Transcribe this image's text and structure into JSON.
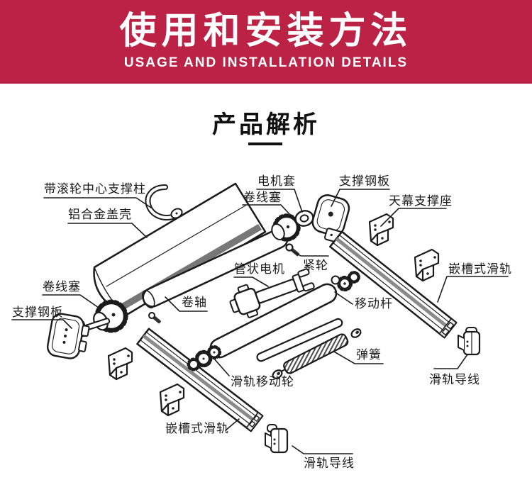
{
  "banner": {
    "title": "使用和安装方法",
    "subtitle": "USAGE AND INSTALLATION DETAILS",
    "bg_color": "#BB2245",
    "text_color": "#FFFFFF"
  },
  "section": {
    "title": "产品解析"
  },
  "diagram": {
    "line_color": "#1B1B1B",
    "labels": [
      {
        "part": "roller-center-support-column",
        "text": "带滚轮中心支撑柱"
      },
      {
        "part": "aluminum-cover-shell",
        "text": "铝合金盖壳"
      },
      {
        "part": "motor-sleeve",
        "text": "电机套"
      },
      {
        "part": "winding-plug-top",
        "text": "卷线塞"
      },
      {
        "part": "support-steel-plate-top",
        "text": "支撑钢板"
      },
      {
        "part": "canopy-support-seat",
        "text": "天幕支撑座"
      },
      {
        "part": "tension-wheel",
        "text": "紧轮"
      },
      {
        "part": "tubular-motor",
        "text": "管状电机"
      },
      {
        "part": "roller-shaft",
        "text": "卷轴"
      },
      {
        "part": "winding-plug-left",
        "text": "卷线塞"
      },
      {
        "part": "support-steel-plate-left",
        "text": "支撑钢板"
      },
      {
        "part": "moving-rod",
        "text": "移动杆"
      },
      {
        "part": "spring",
        "text": "弹簧"
      },
      {
        "part": "slide-rail-moving-wheel",
        "text": "滑轨移动轮"
      },
      {
        "part": "slotted-slide-rail-right",
        "text": "嵌槽式滑轨"
      },
      {
        "part": "slide-rail-guide-wire-right",
        "text": "滑轨导线"
      },
      {
        "part": "slotted-slide-rail-bottom",
        "text": "嵌槽式滑轨"
      },
      {
        "part": "slide-rail-guide-wire-bottom",
        "text": "滑轨导线"
      }
    ]
  }
}
